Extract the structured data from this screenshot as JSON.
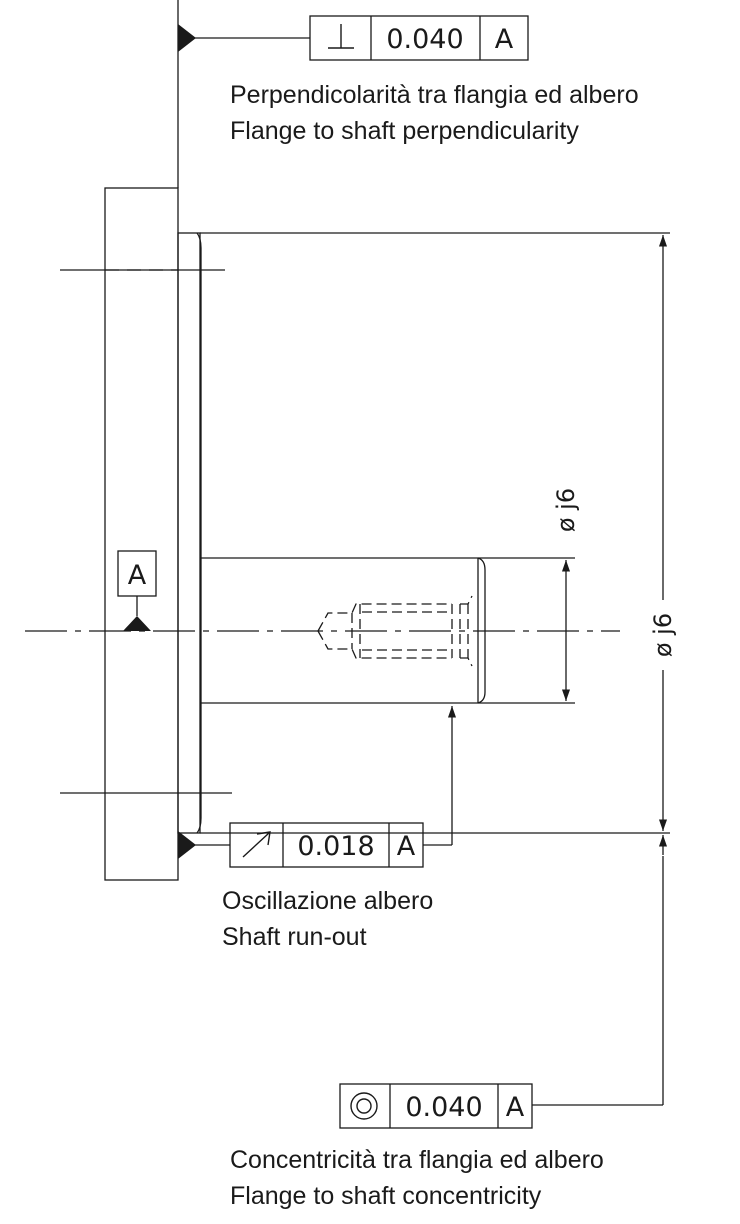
{
  "perpendicularity": {
    "tolerance": "0.040",
    "datum": "A",
    "note_it": "Perpendicolarità tra flangia ed albero",
    "note_en": "Flange to shaft perpendicularity"
  },
  "runout": {
    "tolerance": "0.018",
    "datum": "A",
    "note_it": "Oscillazione albero",
    "note_en": "Shaft run-out"
  },
  "concentricity": {
    "tolerance": "0.040",
    "datum": "A",
    "note_it": "Concentricità tra flangia ed albero",
    "note_en": "Flange to shaft concentricity"
  },
  "datum_label": "A",
  "shaft_diameter_label": "ø j6",
  "flange_diameter_label": "ø j6",
  "icons": [
    "perpendicularity-icon",
    "runout-icon",
    "concentricity-icon",
    "datum-triangle-icon"
  ]
}
